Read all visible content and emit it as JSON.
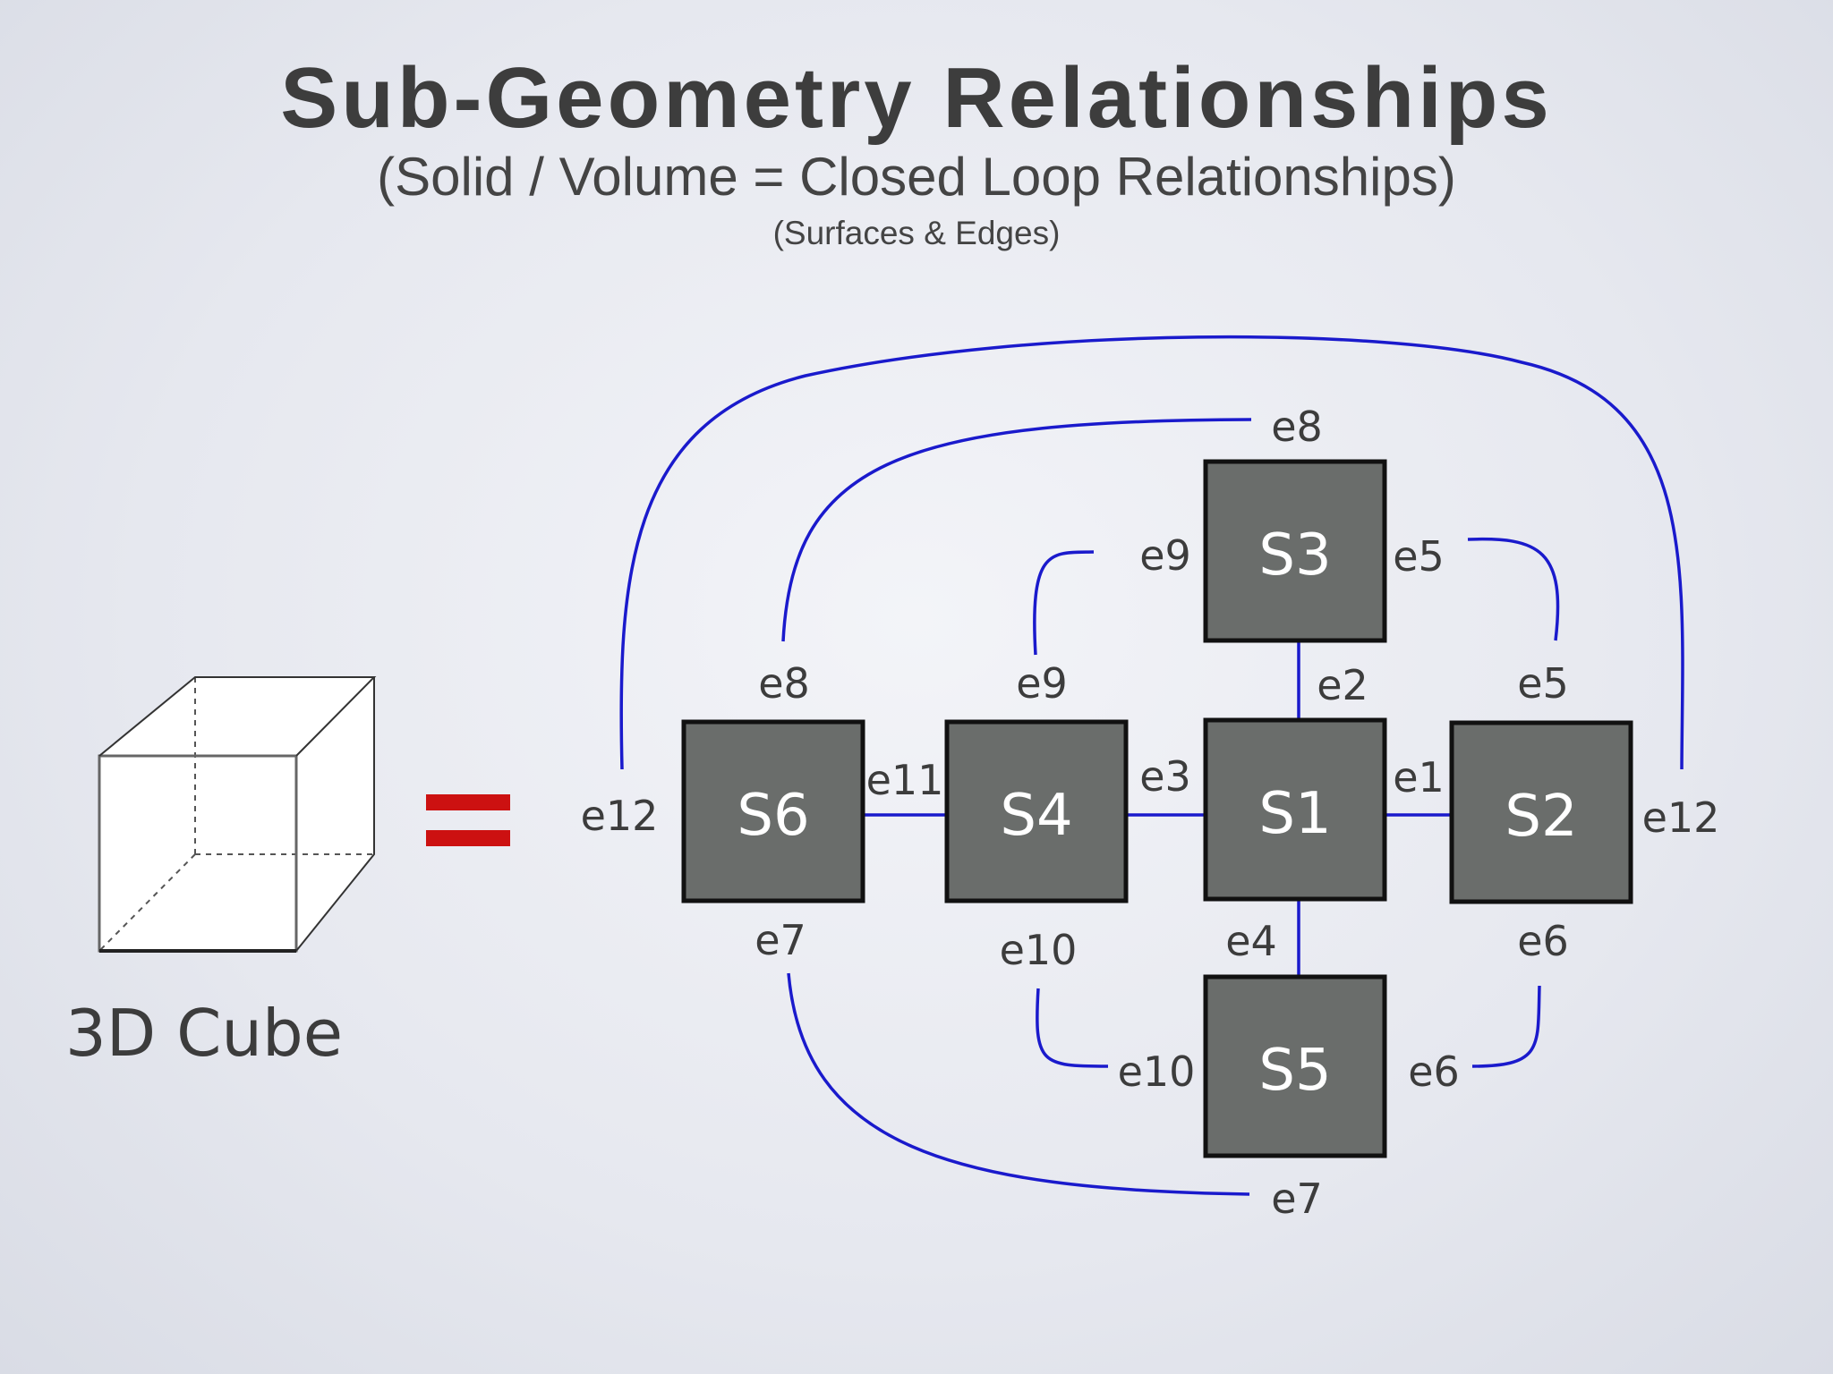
{
  "title": "Sub-Geometry Relationships",
  "subtitle": "(Solid / Volume = Closed Loop Relationships)",
  "subsubtitle": "(Surfaces & Edges)",
  "cube_caption": "3D Cube",
  "colors": {
    "face_fill": "#6a6d6b",
    "connector": "#1a1acc",
    "equals": "#cc1111",
    "text": "#3c3c3c"
  },
  "faces": {
    "s1": "S1",
    "s2": "S2",
    "s3": "S3",
    "s4": "S4",
    "s5": "S5",
    "s6": "S6"
  },
  "edges": {
    "e1": "e1",
    "e2": "e2",
    "e3": "e3",
    "e4": "e4",
    "e5": "e5",
    "e6": "e6",
    "e7": "e7",
    "e8": "e8",
    "e9": "e9",
    "e10": "e10",
    "e11": "e11",
    "e12": "e12"
  }
}
